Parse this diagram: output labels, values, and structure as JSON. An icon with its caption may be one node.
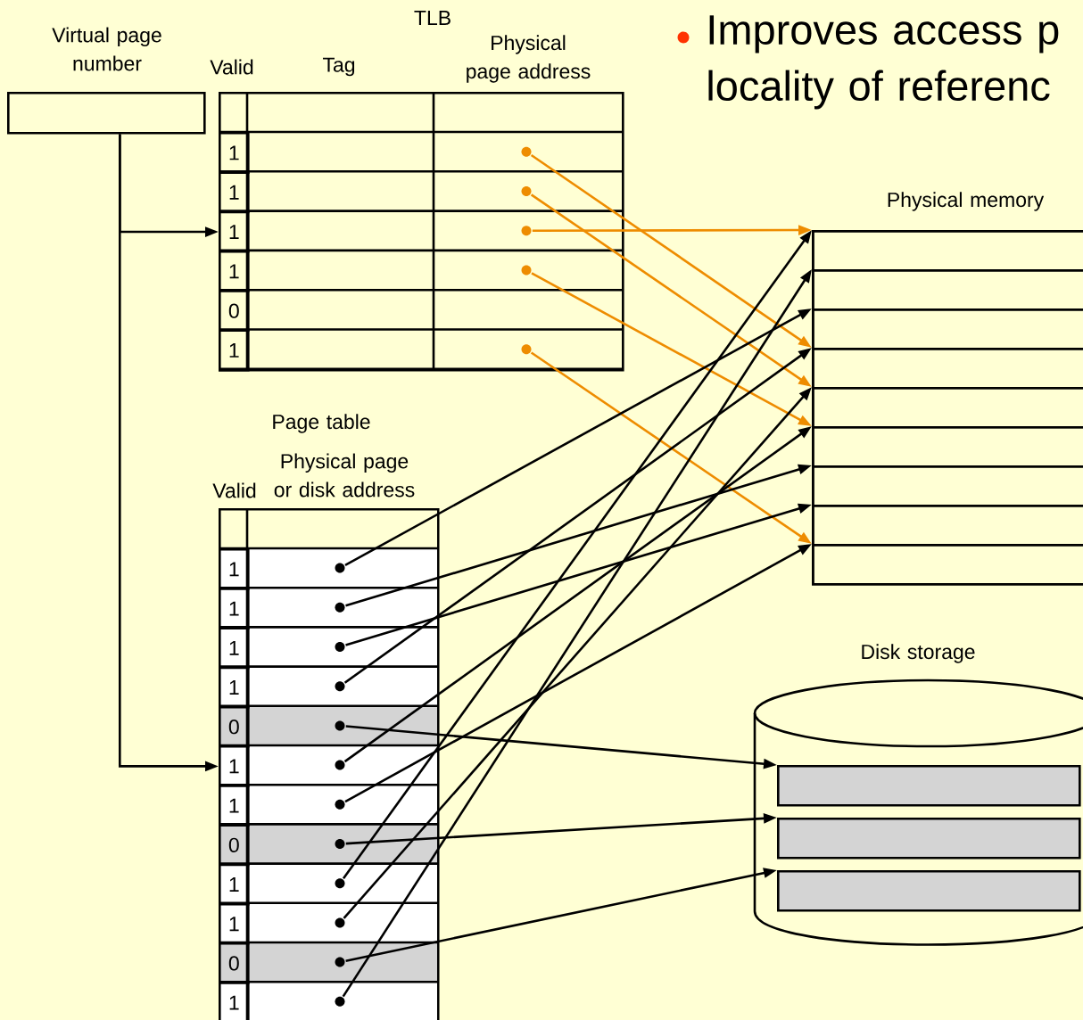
{
  "diagram": {
    "nodes": [
      {
        "text": [
          "Virtual page number"
        ]
      },
      {
        "text": [
          "TLB",
          "Valid",
          "Tag",
          "Physical page address"
        ]
      },
      {
        "text": [
          "1"
        ],
        "in": 1
      },
      {
        "text": [],
        "shape": "circle",
        "in": 1
      },
      {
        "text": [
          "1"
        ],
        "in": 1
      },
      {
        "text": [],
        "shape": "circle",
        "in": 1
      },
      {
        "text": [
          "1"
        ],
        "in": 1
      },
      {
        "text": [],
        "shape": "circle",
        "in": 1
      },
      {
        "text": [
          "1"
        ],
        "in": 1
      },
      {
        "text": [],
        "shape": "circle",
        "in": 1
      },
      {
        "text": [
          "0"
        ],
        "in": 1
      },
      {
        "text": [
          "1"
        ],
        "in": 1
      },
      {
        "text": [],
        "shape": "circle",
        "in": 1
      },
      {
        "text": [
          "Page table",
          "Valid",
          "Physical page or disk address"
        ]
      },
      {
        "text": [
          "1"
        ],
        "in": 13
      },
      {
        "text": [],
        "shape": "circle",
        "in": 13
      },
      {
        "text": [
          "1"
        ],
        "in": 13
      },
      {
        "text": [],
        "shape": "circle",
        "in": 13
      },
      {
        "text": [
          "1"
        ],
        "in": 13
      },
      {
        "text": [],
        "shape": "circle",
        "in": 13
      },
      {
        "text": [
          "1"
        ],
        "in": 13
      },
      {
        "text": [],
        "shape": "circle",
        "in": 13
      },
      {
        "text": [
          "0"
        ],
        "in": 13
      },
      {
        "text": [],
        "shape": "circle",
        "in": 13
      },
      {
        "text": [
          "1"
        ],
        "in": 13
      },
      {
        "text": [],
        "shape": "circle",
        "in": 13
      },
      {
        "text": [
          "1"
        ],
        "in": 13
      },
      {
        "text": [],
        "shape": "circle",
        "in": 13
      },
      {
        "text": [
          "0"
        ],
        "in": 13
      },
      {
        "text": [],
        "shape": "circle",
        "in": 13
      },
      {
        "text": [
          "1"
        ],
        "in": 13
      },
      {
        "text": [],
        "shape": "circle",
        "in": 13
      },
      {
        "text": [
          "1"
        ],
        "in": 13
      },
      {
        "text": [],
        "shape": "circle",
        "in": 13
      },
      {
        "text": [
          "0"
        ],
        "in": 13
      },
      {
        "text": [],
        "shape": "circle",
        "in": 13
      },
      {
        "text": [
          "1"
        ],
        "in": 13
      },
      {
        "text": [],
        "shape": "circle",
        "in": 13
      },
      {
        "text": [
          "Physical memory"
        ]
      },
      {
        "text": [],
        "shape": "box",
        "in": 38
      },
      {
        "text": [],
        "shape": "box",
        "in": 38
      },
      {
        "text": [],
        "shape": "box",
        "in": 38
      },
      {
        "text": [],
        "shape": "box",
        "in": 38
      },
      {
        "text": [],
        "shape": "box",
        "in": 38
      },
      {
        "text": [],
        "shape": "box",
        "in": 38
      },
      {
        "text": [],
        "shape": "box",
        "in": 38
      },
      {
        "text": [],
        "shape": "box",
        "in": 38
      },
      {
        "text": [],
        "shape": "box",
        "in": 38
      },
      {
        "text": [
          "Disk storage"
        ]
      },
      {
        "text": [],
        "shape": "box",
        "in": 48
      },
      {
        "text": [],
        "shape": "box",
        "in": 48
      },
      {
        "text": [],
        "shape": "box",
        "in": 48
      }
    ],
    "edges": [
      {
        "from": 0,
        "to": 6,
        "arrow": "to"
      },
      {
        "from": 0,
        "to": 24,
        "arrow": "to"
      },
      {
        "from": 3,
        "to": 42,
        "arrow": "to",
        "color": "#ee8c00"
      },
      {
        "from": 5,
        "to": 43,
        "arrow": "to",
        "color": "#ee8c00"
      },
      {
        "from": 7,
        "to": 39,
        "arrow": "to",
        "color": "#ee8c00"
      },
      {
        "from": 9,
        "to": 44,
        "arrow": "to",
        "color": "#ee8c00"
      },
      {
        "from": 12,
        "to": 47,
        "arrow": "to",
        "color": "#ee8c00"
      },
      {
        "from": 15,
        "to": 41,
        "arrow": "to"
      },
      {
        "from": 17,
        "to": 45,
        "arrow": "to"
      },
      {
        "from": 19,
        "to": 46,
        "arrow": "to"
      },
      {
        "from": 21,
        "to": 42,
        "arrow": "to"
      },
      {
        "from": 23,
        "to": 49,
        "arrow": "to"
      },
      {
        "from": 25,
        "to": 44,
        "arrow": "to"
      },
      {
        "from": 27,
        "to": 47,
        "arrow": "to"
      },
      {
        "from": 29,
        "to": 50,
        "arrow": "to"
      },
      {
        "from": 31,
        "to": 39,
        "arrow": "to"
      },
      {
        "from": 33,
        "to": 43,
        "arrow": "to"
      },
      {
        "from": 35,
        "to": 51,
        "arrow": "to"
      },
      {
        "from": 37,
        "to": 40,
        "arrow": "to"
      }
    ],
    "labels": [
      "Improves access p locality of referenc"
    ]
  }
}
